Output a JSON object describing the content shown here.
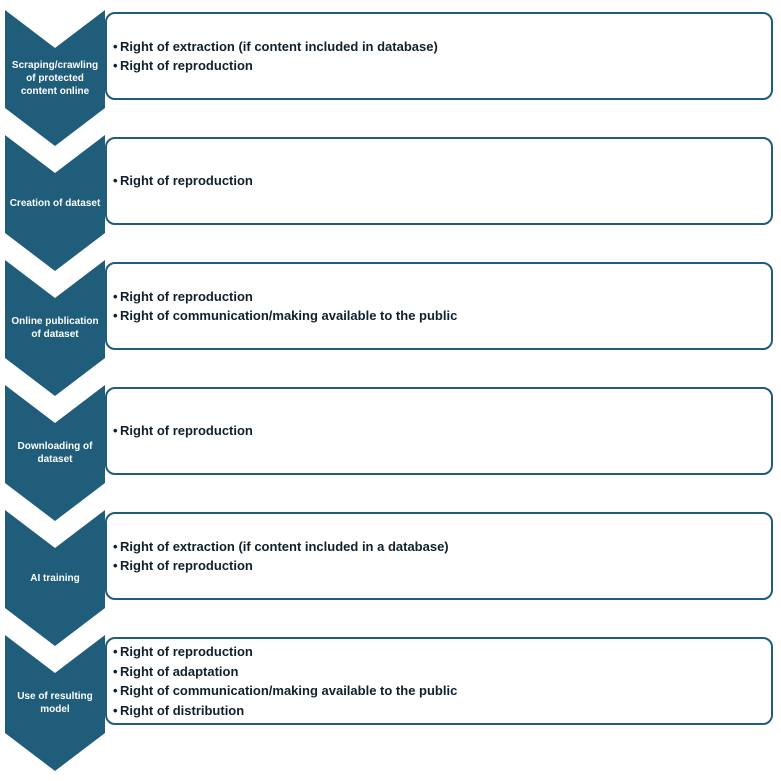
{
  "diagram": {
    "type": "vertical-chevron-process-list",
    "chevron_color": "#1F5D7B",
    "box_border_color": "#1F5D7B",
    "box_fill_color": "#FFFFFF",
    "label_text_color": "#FFFFFF",
    "bullet_text_color": "#10202C",
    "bullet_marker": "•",
    "steps": [
      {
        "label": "Scraping/crawling of protected content online",
        "bullets": [
          "Right of extraction (if content included in database)",
          "Right of reproduction"
        ]
      },
      {
        "label": "Creation of dataset",
        "bullets": [
          "Right of reproduction"
        ]
      },
      {
        "label": "Online publication of dataset",
        "bullets": [
          "Right of reproduction",
          "Right of communication/making available to the public"
        ]
      },
      {
        "label": "Downloading of dataset",
        "bullets": [
          "Right of reproduction"
        ]
      },
      {
        "label": "AI training",
        "bullets": [
          "Right of extraction (if content included in a database)",
          "Right of reproduction"
        ]
      },
      {
        "label": "Use of resulting model",
        "bullets": [
          "Right of reproduction",
          "Right of adaptation",
          "Right of communication/making available to the public",
          "Right of distribution"
        ]
      }
    ]
  }
}
